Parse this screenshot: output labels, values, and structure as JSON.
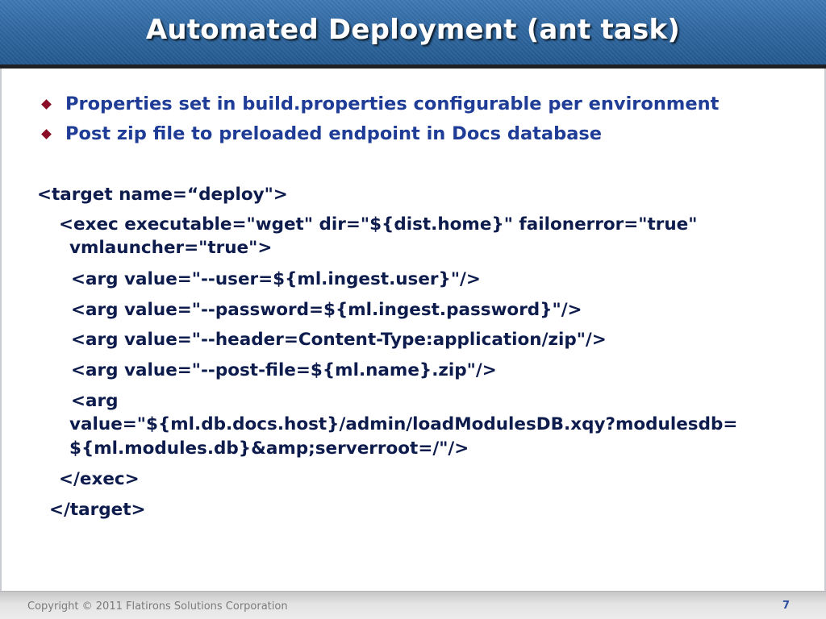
{
  "slide": {
    "title": "Automated Deployment (ant task)",
    "bullets": [
      "Properties set in build.properties configurable per environment",
      "Post zip file to preloaded endpoint in Docs database"
    ],
    "code": {
      "line1": "<target name=“deploy\">",
      "line2": "<exec executable=\"wget\" dir=\"${dist.home}\" failonerror=\"true\"",
      "line3": "vmlauncher=\"true\">",
      "line4": "<arg value=\"--user=${ml.ingest.user}\"/>",
      "line5": "<arg value=\"--password=${ml.ingest.password}\"/>",
      "line6": "<arg value=\"--header=Content-Type:application/zip\"/>",
      "line7": "<arg value=\"--post-file=${ml.name}.zip\"/>",
      "line8": "<arg",
      "line9": "value=\"${ml.db.docs.host}/admin/loadModulesDB.xqy?modulesdb=",
      "line10": "${ml.modules.db}&amp;serverroot=/\"/>",
      "line11": "</exec>",
      "line12": "</target>"
    }
  },
  "footer": {
    "copyright": "Copyright © 2011 Flatirons Solutions Corporation",
    "page_number": "7"
  },
  "colors": {
    "title_bar": "#2f679f",
    "bullet_marker": "#8b0c24",
    "bullet_text": "#1f3d96",
    "code_text": "#0d1c4d"
  }
}
